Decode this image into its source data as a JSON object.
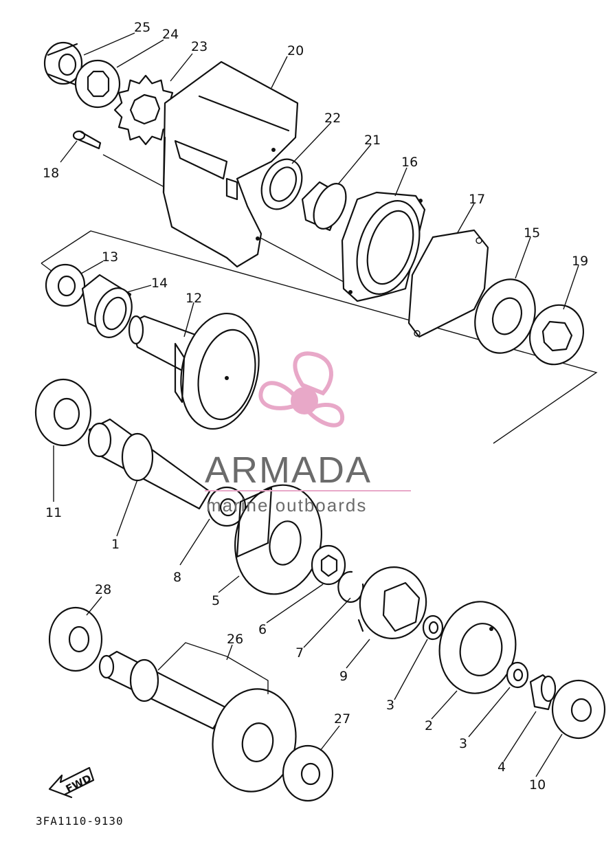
{
  "diagram_code": "3FA1110-9130",
  "fwd_label": "FWD",
  "watermark": {
    "title": "ARMADA",
    "subtitle": "marine outboards",
    "title_color": "#6b6b6b",
    "accent_color": "#e8a8c8"
  },
  "callouts": {
    "c25": "25",
    "c24": "24",
    "c23": "23",
    "c20": "20",
    "c18": "18",
    "c22": "22",
    "c21": "21",
    "c16": "16",
    "c17": "17",
    "c15": "15",
    "c19": "19",
    "c13": "13",
    "c14": "14",
    "c12": "12",
    "c11": "11",
    "c1": "1",
    "c8": "8",
    "c5": "5",
    "c6": "6",
    "c7": "7",
    "c9": "9",
    "c3a": "3",
    "c2": "2",
    "c3b": "3",
    "c4": "4",
    "c10": "10",
    "c28": "28",
    "c26": "26",
    "c27": "27"
  }
}
